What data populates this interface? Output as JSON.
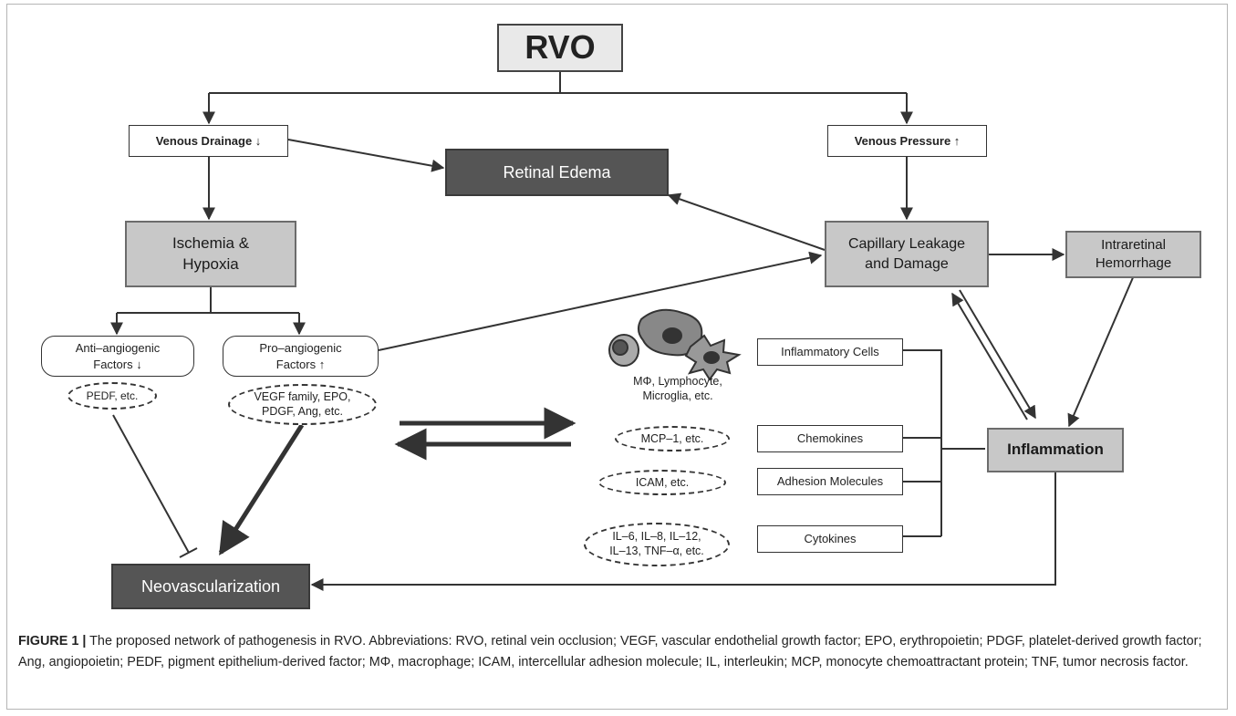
{
  "nodes": {
    "rvo": "RVO",
    "venous_drainage": "Venous Drainage ↓",
    "venous_pressure": "Venous Pressure ↑",
    "retinal_edema": "Retinal Edema",
    "ischemia_hypoxia": "Ischemia &\nHypoxia",
    "capillary_leakage": "Capillary Leakage\nand Damage",
    "intraretinal_hemorrhage": "Intraretinal\nHemorrhage",
    "anti_angiogenic": "Anti–angiogenic\nFactors ↓",
    "pro_angiogenic": "Pro–angiogenic\nFactors ↑",
    "pedf": "PEDF, etc.",
    "vegf_family": "VEGF family, EPO,\nPDGF, Ang, etc.",
    "cell_types": "MΦ, Lymphocyte,\nMicroglia, etc.",
    "inflammatory_cells": "Inflammatory Cells",
    "mcp1": "MCP–1, etc.",
    "chemokines": "Chemokines",
    "icam": "ICAM, etc.",
    "adhesion_molecules": "Adhesion Molecules",
    "interleukins": "IL–6, IL–8, IL–12,\nIL–13, TNF–α, etc.",
    "cytokines": "Cytokines",
    "inflammation": "Inflammation",
    "neovascularization": "Neovascularization"
  },
  "caption": {
    "label": "FIGURE 1 |",
    "text": " The proposed network of pathogenesis in RVO. Abbreviations: RVO, retinal vein occlusion; VEGF, vascular endothelial growth factor; EPO, erythropoietin; PDGF, platelet-derived growth factor; Ang, angiopoietin; PEDF, pigment epithelium-derived factor; MΦ, macrophage; ICAM, intercellular adhesion molecule; IL, interleukin; MCP, monocyte chemoattractant protein; TNF, tumor necrosis factor."
  }
}
